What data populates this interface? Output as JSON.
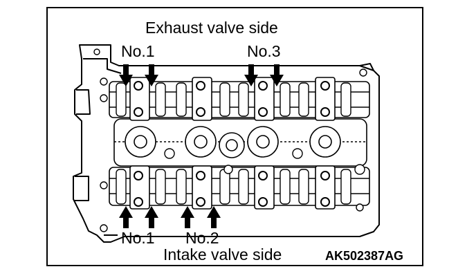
{
  "labels": {
    "exhaust_side": "Exhaust valve side",
    "intake_side": "Intake valve side",
    "exhaust_no1": "No.1",
    "exhaust_no3": "No.3",
    "intake_no1": "No.1",
    "intake_no2": "No.2",
    "figure_code": "AK502387AG"
  },
  "colors": {
    "ink": "#000000",
    "paper": "#ffffff"
  },
  "callouts": {
    "exhaust_no1_arrows": 2,
    "exhaust_no3_arrows": 2,
    "intake_no1_arrows": 2,
    "intake_no2_arrows": 2
  }
}
